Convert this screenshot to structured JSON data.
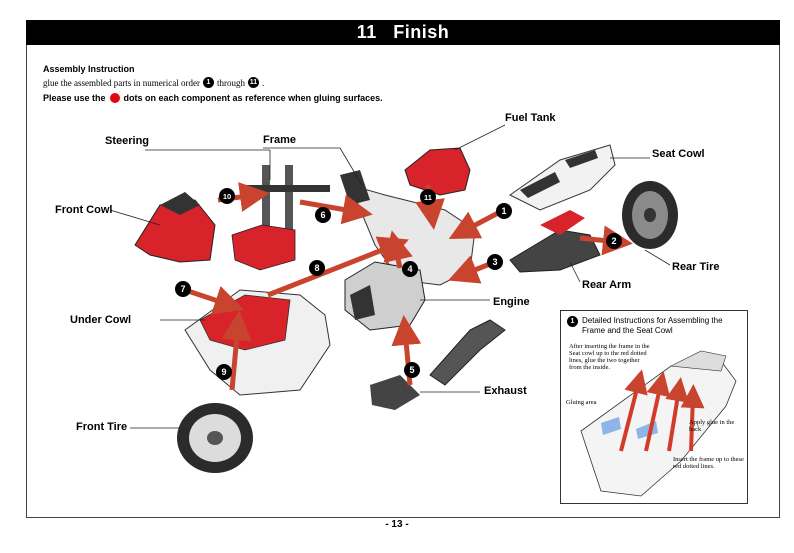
{
  "header": {
    "step_number": "11",
    "title": "Finish"
  },
  "instructions": {
    "heading": "Assembly Instruction",
    "line1_text": "glue the assembled parts in numerical order",
    "line1_start_badge": "1",
    "line1_mid": "through",
    "line1_end_badge": "11",
    "line1_end": ".",
    "line2_before": "Please use the",
    "line2_after": "dots on each component as reference when gluing surfaces."
  },
  "parts": {
    "fuel_tank": "Fuel Tank",
    "seat_cowl": "Seat Cowl",
    "steering": "Steering",
    "frame": "Frame",
    "front_cowl": "Front Cowl",
    "rear_tire": "Rear Tire",
    "rear_arm": "Rear Arm",
    "engine": "Engine",
    "under_cowl": "Under Cowl",
    "exhaust": "Exhaust",
    "front_tire": "Front Tire"
  },
  "steps": [
    "1",
    "2",
    "3",
    "4",
    "5",
    "6",
    "7",
    "8",
    "9",
    "10",
    "11"
  ],
  "inset": {
    "badge": "1",
    "title_line1": "Detailed Instructions for Assembling the",
    "title_line2": "Frame and the Seat Cowl",
    "note": "After inserting the frame in the Seat cowl up to the red dotted lines, glue the two together from the inside.",
    "gluing_area": "Gluing area",
    "apply_glue": "Apply glue in the back",
    "insert_frame": "Insert the frame up to these red dotted lines."
  },
  "footer": {
    "page_number": "- 13 -"
  },
  "colors": {
    "accent_red": "#e30613",
    "header_bg": "#000000",
    "highlight_blue": "#8fb4e8"
  }
}
